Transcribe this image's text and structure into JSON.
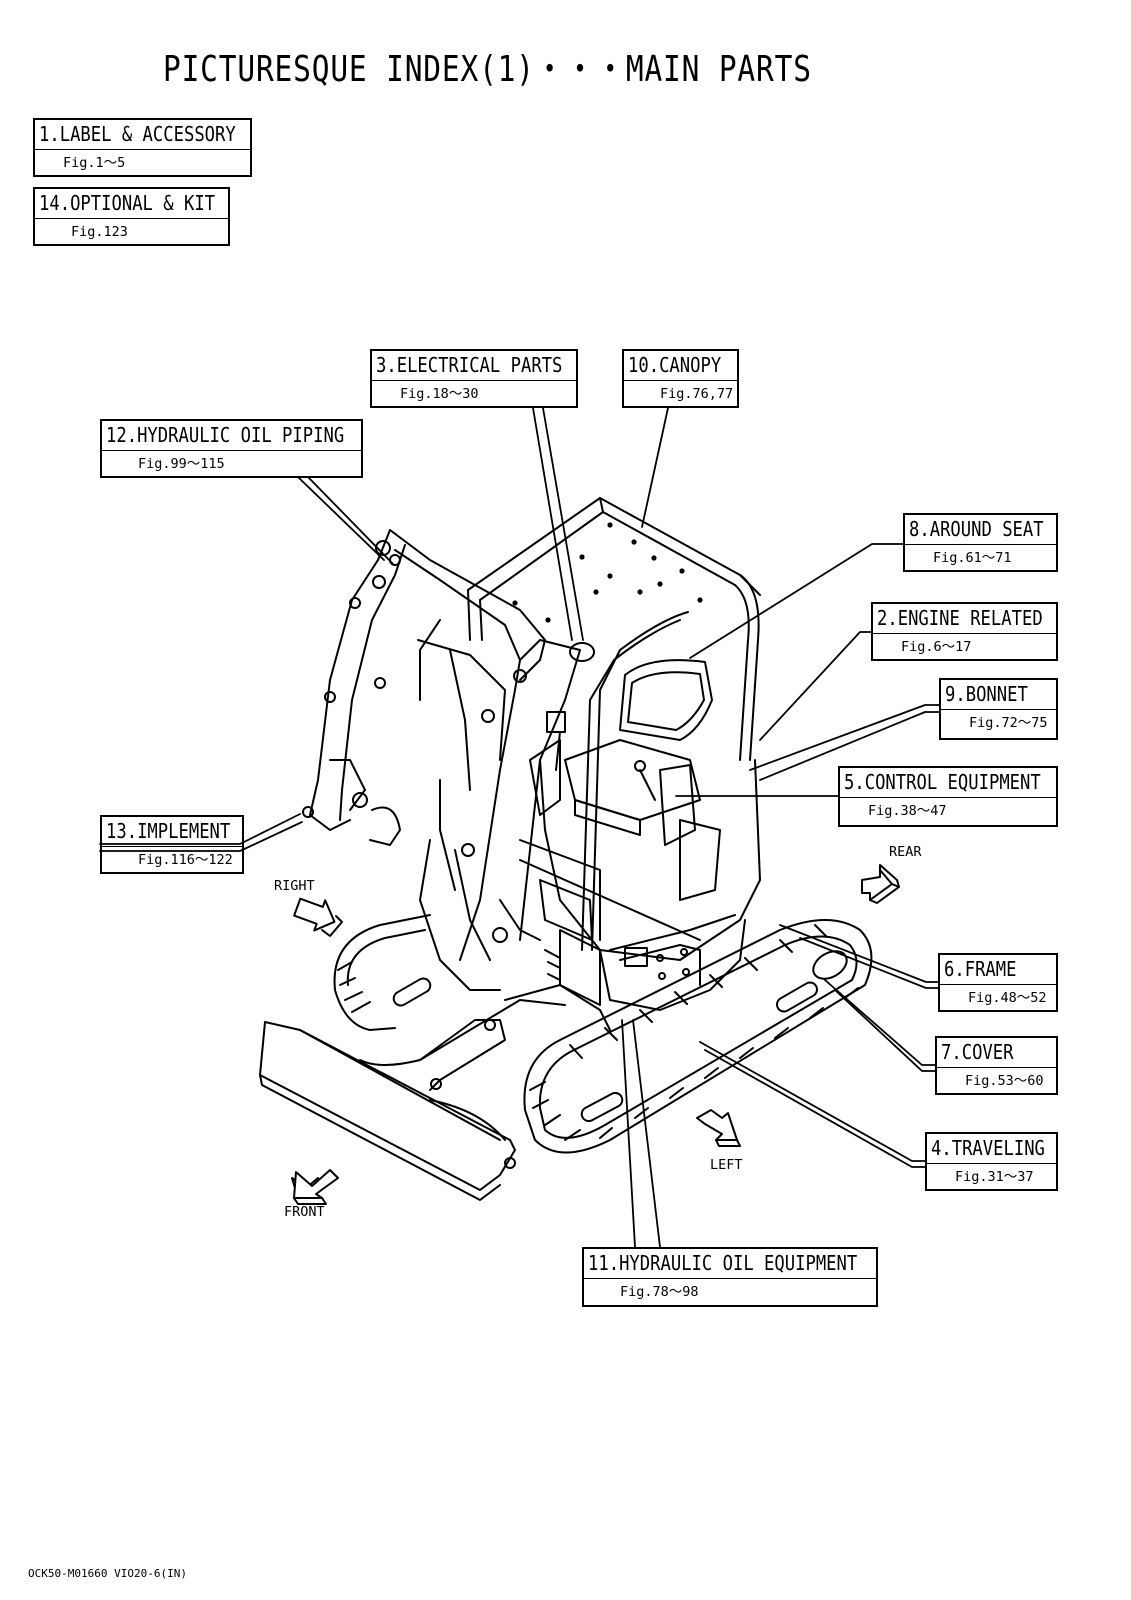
{
  "title": "PICTURESQUE INDEX(1)・・・MAIN PARTS",
  "index_boxes": [
    {
      "name": "1.LABEL & ACCESSORY",
      "figs": "Fig.1～5"
    },
    {
      "name": "14.OPTIONAL & KIT",
      "figs": "Fig.123"
    },
    {
      "name": "3.ELECTRICAL PARTS",
      "figs": "Fig.18～30"
    },
    {
      "name": "10.CANOPY",
      "figs": "Fig.76,77"
    },
    {
      "name": "12.HYDRAULIC OIL PIPING",
      "figs": "Fig.99～115"
    },
    {
      "name": "8.AROUND SEAT",
      "figs": "Fig.61～71"
    },
    {
      "name": "2.ENGINE RELATED",
      "figs": "Fig.6～17"
    },
    {
      "name": "9.BONNET",
      "figs": "Fig.72～75"
    },
    {
      "name": "5.CONTROL EQUIPMENT",
      "figs": "Fig.38～47"
    },
    {
      "name": "13.IMPLEMENT",
      "figs": "Fig.116～122"
    },
    {
      "name": "6.FRAME",
      "figs": "Fig.48～52"
    },
    {
      "name": "7.COVER",
      "figs": "Fig.53～60"
    },
    {
      "name": "4.TRAVELING",
      "figs": "Fig.31～37"
    },
    {
      "name": "11.HYDRAULIC OIL EQUIPMENT",
      "figs": "Fig.78～98"
    }
  ],
  "directions": {
    "rear": "REAR",
    "right": "RIGHT",
    "left": "LEFT",
    "front": "FRONT"
  },
  "footer": "OCK50-M01660 VIO20-6(IN)"
}
